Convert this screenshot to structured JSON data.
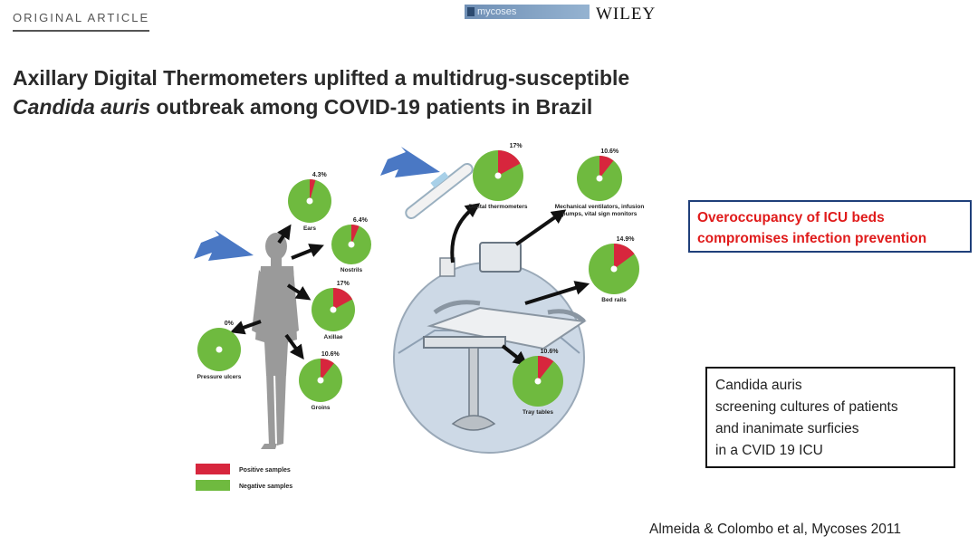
{
  "header": {
    "article_tag": "ORIGINAL ARTICLE",
    "journal": "mycoses",
    "publisher": "WILEY"
  },
  "title": {
    "line1": "Axillary Digital Thermometers uplifted a multidrug-susceptible",
    "line2_italic": "Candida auris",
    "line2_rest": " outbreak among COVID-19 patients in Brazil"
  },
  "figure": {
    "colors": {
      "positive": "#d7263d",
      "negative": "#6fba3f"
    },
    "patient_sites": [
      {
        "label": "Ears",
        "percent_label": "4.3%",
        "positive_pct": 4.3
      },
      {
        "label": "Nostrils",
        "percent_label": "6.4%",
        "positive_pct": 6.4
      },
      {
        "label": "Axillae",
        "percent_label": "17%",
        "positive_pct": 17
      },
      {
        "label": "Pressure ulcers",
        "percent_label": "0%",
        "positive_pct": 0
      },
      {
        "label": "Groins",
        "percent_label": "10.6%",
        "positive_pct": 10.6
      }
    ],
    "environment_sites": [
      {
        "label": "Digital thermometers",
        "percent_label": "17%",
        "positive_pct": 17
      },
      {
        "label": "Mechanical ventilators, infusion pumps, vital sign monitors",
        "percent_label": "10.6%",
        "positive_pct": 10.6
      },
      {
        "label": "Bed rails",
        "percent_label": "14.9%",
        "positive_pct": 14.9
      },
      {
        "label": "Tray tables",
        "percent_label": "10.6%",
        "positive_pct": 10.6
      }
    ],
    "legend": {
      "positive": "Positive samples",
      "negative": "Negative samples"
    }
  },
  "callout_red": {
    "line1": "Overoccupancy of ICU beds",
    "line2": "compromises infection prevention"
  },
  "callout_black": {
    "text": "Candida auris\n screening cultures of patients\nand inanimate surficies\nin a CVID 19 ICU"
  },
  "citation": "Almeida & Colombo et al, Mycoses 2011"
}
